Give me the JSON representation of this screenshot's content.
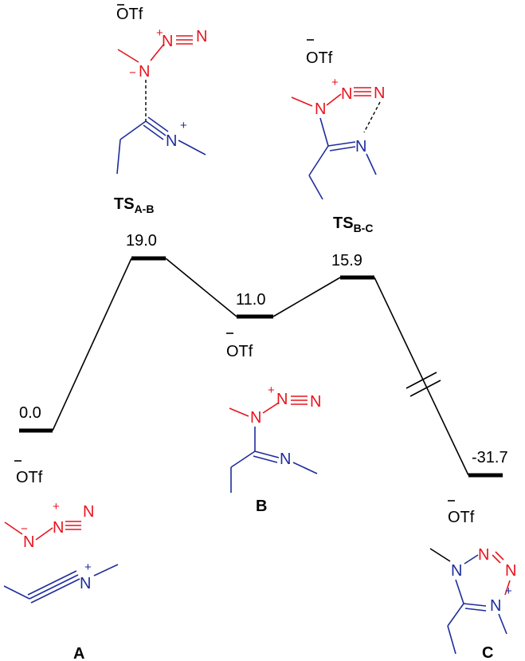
{
  "energy_levels": [
    {
      "id": "A",
      "value": "0.0"
    },
    {
      "id": "TS_A-B",
      "value": "19.0"
    },
    {
      "id": "B",
      "value": "11.0"
    },
    {
      "id": "TS_B-C",
      "value": "15.9"
    },
    {
      "id": "C",
      "value": "-31.7"
    }
  ],
  "labels": {
    "A": "A",
    "B": "B",
    "C": "C",
    "ts1_main": "TS",
    "ts1_sub": "A-B",
    "ts2_main": "TS",
    "ts2_sub": "B-C"
  },
  "counterion": "OTf",
  "atoms": {
    "N": "N"
  },
  "charges": {
    "plus": "+",
    "minus": "−"
  },
  "colors": {
    "nitrogen_red": "#e8141e",
    "nitrogen_blue": "#1e2d9b",
    "line": "#000000"
  }
}
